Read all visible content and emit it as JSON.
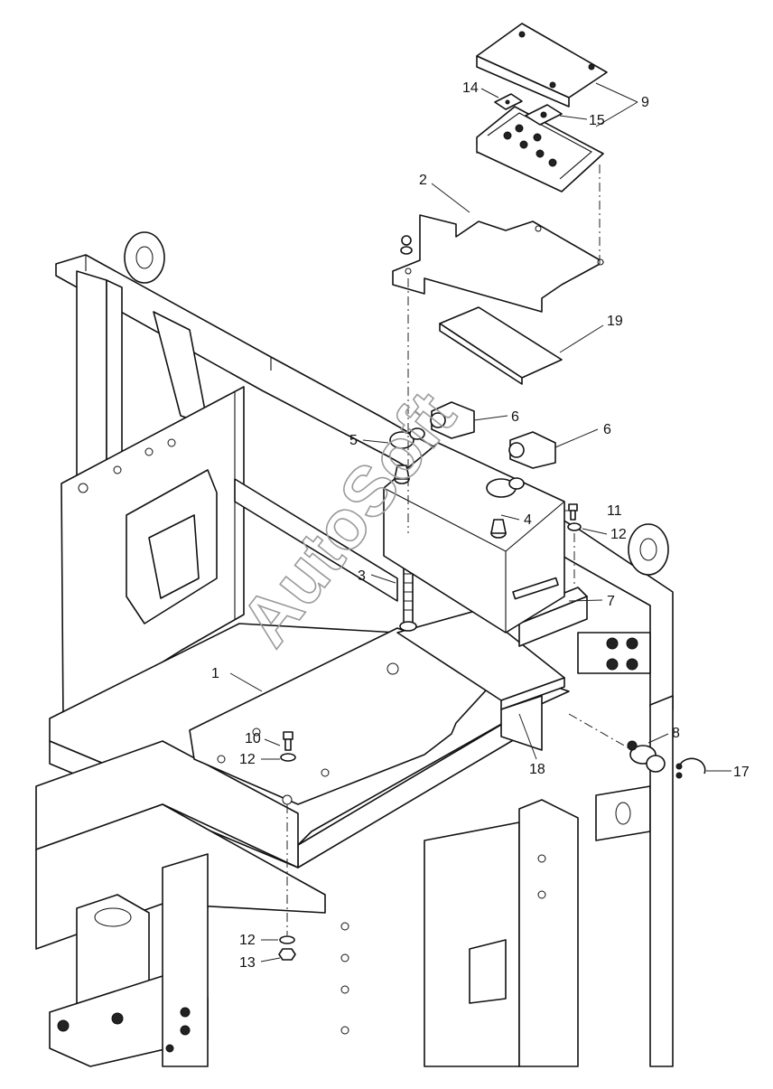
{
  "watermark": "AutoSoft",
  "callouts": [
    {
      "id": "c1",
      "label": "1"
    },
    {
      "id": "c2",
      "label": "2"
    },
    {
      "id": "c3",
      "label": "3"
    },
    {
      "id": "c4",
      "label": "4"
    },
    {
      "id": "c5",
      "label": "5"
    },
    {
      "id": "c6a",
      "label": "6"
    },
    {
      "id": "c6b",
      "label": "6"
    },
    {
      "id": "c7",
      "label": "7"
    },
    {
      "id": "c8",
      "label": "8"
    },
    {
      "id": "c9",
      "label": "9"
    },
    {
      "id": "c10",
      "label": "10"
    },
    {
      "id": "c11",
      "label": "11"
    },
    {
      "id": "c12a",
      "label": "12"
    },
    {
      "id": "c12b",
      "label": "12"
    },
    {
      "id": "c12c",
      "label": "12"
    },
    {
      "id": "c13",
      "label": "13"
    },
    {
      "id": "c14",
      "label": "14"
    },
    {
      "id": "c15",
      "label": "15"
    },
    {
      "id": "c17",
      "label": "17"
    },
    {
      "id": "c18",
      "label": "18"
    },
    {
      "id": "c19",
      "label": "19"
    }
  ]
}
